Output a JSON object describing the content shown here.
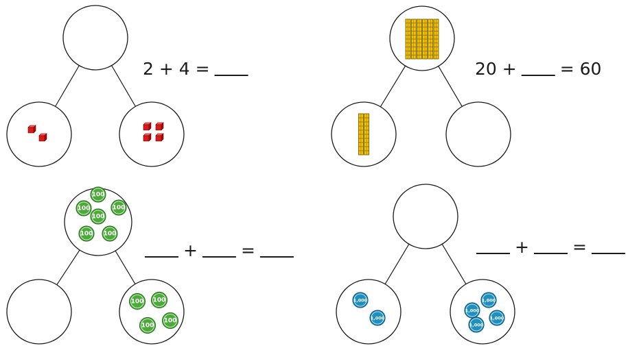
{
  "colors": {
    "unit_cube": "#d81b1b",
    "unit_cube_dark": "#7a0000",
    "ten_rod": "#f2c200",
    "ten_rod_outline": "#6b5200",
    "hundred_disc": "#4daa3a",
    "hundred_disc_edge": "#2e7d23",
    "thousand_disc": "#1f8fbf",
    "thousand_disc_edge": "#0e5f83"
  },
  "problems": [
    {
      "id": "ones",
      "equation": [
        {
          "kind": "text",
          "text": "2 + 4 ="
        },
        {
          "kind": "blank"
        }
      ],
      "whole": {
        "model": "none",
        "count": 0
      },
      "part_left": {
        "model": "unit-cubes",
        "count": 2
      },
      "part_right": {
        "model": "unit-cubes",
        "count": 4
      }
    },
    {
      "id": "tens",
      "equation": [
        {
          "kind": "text",
          "text": "20 +"
        },
        {
          "kind": "blank"
        },
        {
          "kind": "text",
          "text": "= 60"
        }
      ],
      "whole": {
        "model": "ten-rods",
        "count": 6
      },
      "part_left": {
        "model": "ten-rods",
        "count": 2
      },
      "part_right": {
        "model": "none",
        "count": 0
      }
    },
    {
      "id": "hundreds",
      "equation": [
        {
          "kind": "blank"
        },
        {
          "kind": "text",
          "text": "+"
        },
        {
          "kind": "blank"
        },
        {
          "kind": "text",
          "text": "="
        },
        {
          "kind": "blank"
        }
      ],
      "whole": {
        "model": "value-discs",
        "count": 6,
        "label": "100"
      },
      "part_left": {
        "model": "none",
        "count": 0
      },
      "part_right": {
        "model": "value-discs",
        "count": 4,
        "label": "100"
      }
    },
    {
      "id": "thousands",
      "equation": [
        {
          "kind": "blank"
        },
        {
          "kind": "text",
          "text": "+"
        },
        {
          "kind": "blank"
        },
        {
          "kind": "text",
          "text": "="
        },
        {
          "kind": "blank"
        }
      ],
      "whole": {
        "model": "none",
        "count": 0
      },
      "part_left": {
        "model": "value-discs",
        "count": 2,
        "label": "1,000"
      },
      "part_right": {
        "model": "value-discs",
        "count": 4,
        "label": "1,000"
      }
    }
  ]
}
